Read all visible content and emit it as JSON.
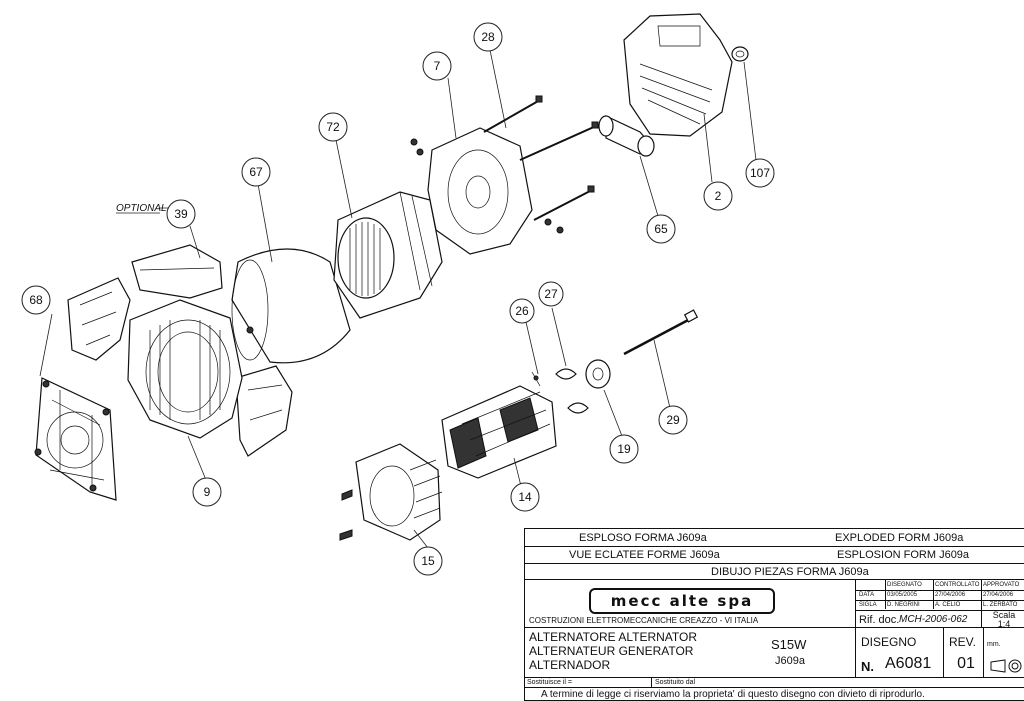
{
  "callouts": {
    "c2": "2",
    "c7": "7",
    "c9": "9",
    "c14": "14",
    "c15": "15",
    "c19": "19",
    "c26": "26",
    "c27": "27",
    "c28": "28",
    "c29": "29",
    "c39": "39",
    "c65": "65",
    "c67": "67",
    "c68": "68",
    "c72": "72",
    "c107": "107"
  },
  "optional_label": "OPTIONAL",
  "title_block": {
    "row1_it": "ESPLOSO FORMA   J609a",
    "row1_en": "EXPLODED FORM   J609a",
    "row2_fr": "VUE ECLATEE FORME   J609a",
    "row2_es": "ESPLOSION FORM   J609a",
    "row3": "DIBUJO PIEZAS FORMA           J609a",
    "company_logo": "mecc alte spa",
    "company_desc": "COSTRUZIONI ELETTROMECCANICHE    CREAZZO - VI    ITALIA",
    "table_head": [
      "DISEGNATO",
      "CONTROLLATO",
      "APPROVATO"
    ],
    "data_label": "DATA",
    "data_values": [
      "03/05/2005",
      "27/04/2006",
      "27/04/2006"
    ],
    "sigla_label": "SIGLA",
    "sigla_values": [
      "D. NEGRINI",
      "A. CELIO",
      "L. ZERBATO"
    ],
    "rif_label": "Rif. doc.",
    "rif_value": "MCH-2006-062",
    "scala_label": "Scala",
    "scala_value": "1:4",
    "desc_lines": [
      "ALTERNATORE ALTERNATOR",
      "ALTERNATEUR GENERATOR",
      "ALTERNADOR"
    ],
    "model": "S15W",
    "model_sub": "J609a",
    "disegno_label": "DISEGNO",
    "rev_label": "REV.",
    "n_label": "N.",
    "drawing_number": "A6081",
    "rev_value": "01",
    "units": "mm.",
    "sostituisce": "Sostituisce il =",
    "sostituito": "Sostituito dal",
    "footer": "A termine di legge ci riserviamo la proprieta' di questo disegno con divieto di riprodurlo."
  }
}
